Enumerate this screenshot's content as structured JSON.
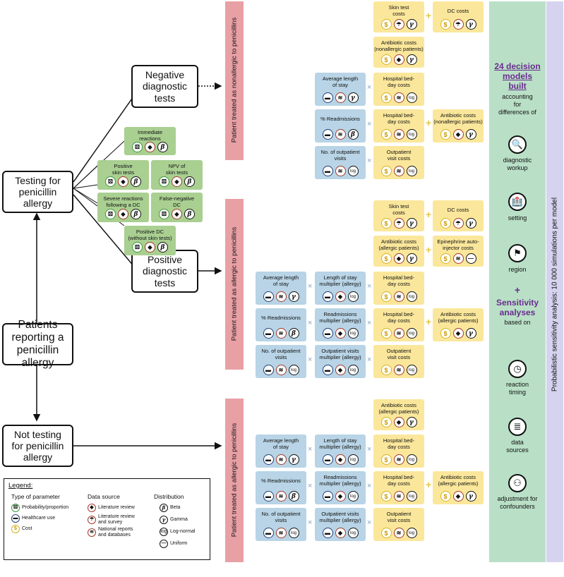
{
  "nodes": {
    "patients": "Patients\nreporting a\npenicillin\nallergy",
    "testing": "Testing for\npenicillin\nallergy",
    "not_testing": "Not testing\nfor penicillin\nallergy",
    "negative": "Negative\ndiagnostic\ntests",
    "positive": "Positive\ndiagnostic\ntests"
  },
  "bars": {
    "nonallergic": "Patient treated as nonallergic to penicillins",
    "allergic_1": "Patient treated as allergic to penicillins",
    "allergic_2": "Patient treated as allergic to penicillins"
  },
  "green_params": {
    "immediate": "Immediate\nreactions",
    "positive_skin": "Positive\nskin tests",
    "npv": "NPV of\nskin tests",
    "severe": "Severe reactions\nfollowing a DC",
    "false_neg": "False-negative\nDC",
    "positive_dc": "Positive DC\n(without skin tests)"
  },
  "cards": {
    "skin_test_costs": "Skin test\ncosts",
    "dc_costs": "DC costs",
    "abx_nonallergic": "Antibiotic costs\n(nonallergic patients)",
    "avg_los": "Average length\nof stay",
    "hosp_bed": "Hospital bed-\nday costs",
    "readmissions": "% Readmissions",
    "outpatient_visits": "No. of outpatient\nvisits",
    "outpatient_costs": "Outpatient\nvisit costs",
    "abx_allergic": "Antibiotic costs\n(allergic patients)",
    "epinephrine": "Epinephrine auto-\ninjector costs",
    "los_mult": "Length of stay\nmultiplier (allergy)",
    "readm_mult": "Readmissions\nmultiplier (allergy)",
    "outp_mult": "Outpatient visits\nmultiplier (allergy)"
  },
  "panel": {
    "models": "24 decision\nmodels\nbuilt",
    "accounting": "accounting\nfor\ndifferences of",
    "diagnostic": "diagnostic\nworkup",
    "setting": "setting",
    "region": "region",
    "plus": "+",
    "sensitivity": "Sensitivity\nanalyses",
    "based_on": "based on",
    "reaction": "reaction\ntiming",
    "data_sources": "data\nsources",
    "adjustment": "adjustment for\nconfounders",
    "side": "Probabilistic sensitivity analysis: 10 000 simulations per model"
  },
  "legend": {
    "title": "Legend:",
    "type_header": "Type of parameter",
    "source_header": "Data source",
    "dist_header": "Distribution",
    "prob": "Probability/proportion",
    "health": "Healthcare use",
    "cost": "Cost",
    "lit": "Literature review",
    "survey": "Literature review\nand survey",
    "natl": "National reports\nand databases",
    "beta": "Beta",
    "gamma": "Gamma",
    "lognormal": "Log-normal",
    "uniform": "Uniform"
  },
  "glyphs": {
    "beta": "β",
    "gamma": "γ",
    "log": "log",
    "dollar": "$",
    "times": "×",
    "plus": "+"
  },
  "colors": {
    "blue_card": "#b8d4e6",
    "yellow_card": "#fbe79b",
    "green_card": "#a9cf91",
    "bar": "#e8a0a5",
    "panel": "#b9e0c7",
    "side": "#d5d3ee",
    "accent": "#6a2c8e"
  }
}
